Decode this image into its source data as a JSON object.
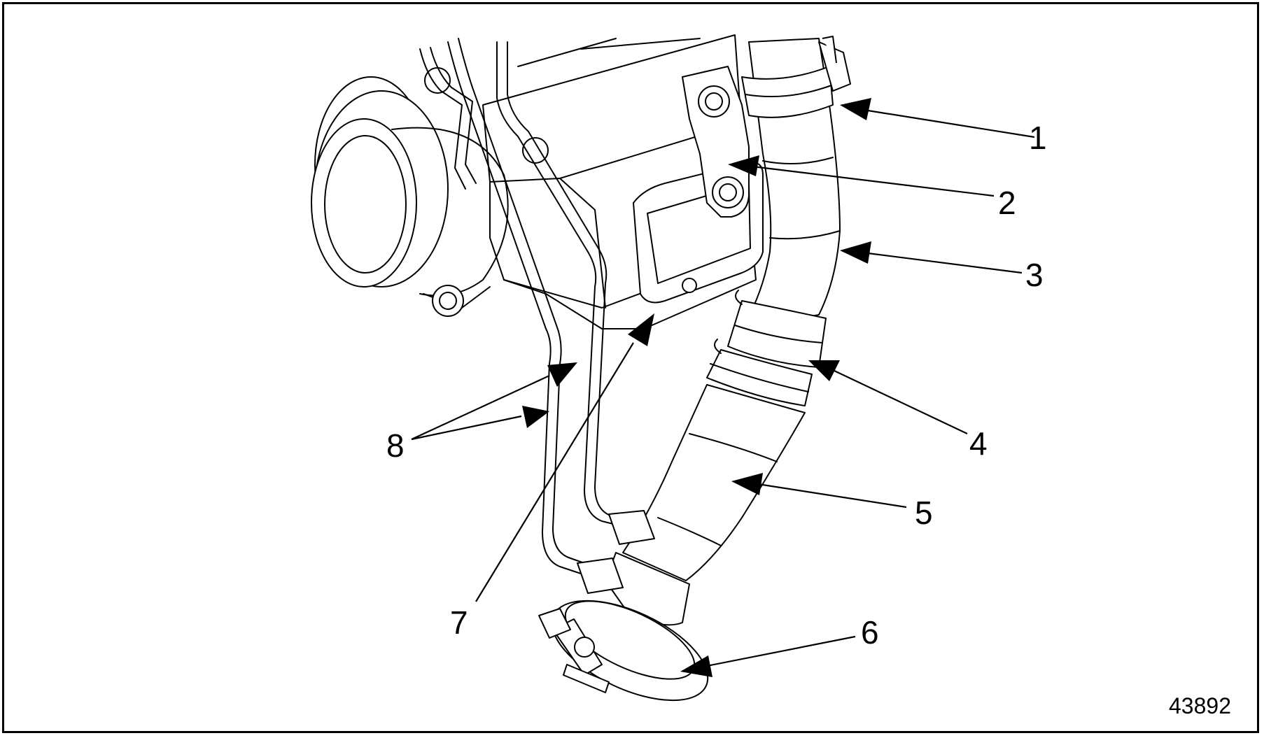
{
  "figure_number": "43892",
  "callouts": [
    {
      "label": "1",
      "part": "upper-clamp"
    },
    {
      "label": "2",
      "part": "mounting-bracket"
    },
    {
      "label": "3",
      "part": "upper-tube"
    },
    {
      "label": "4",
      "part": "coupling-clamp"
    },
    {
      "label": "5",
      "part": "lower-tube"
    },
    {
      "label": "6",
      "part": "v-band-clamp"
    },
    {
      "label": "7",
      "part": "housing"
    },
    {
      "label": "8",
      "part": "lines"
    }
  ],
  "colors": {
    "ink": "#000000",
    "paper": "#ffffff"
  }
}
